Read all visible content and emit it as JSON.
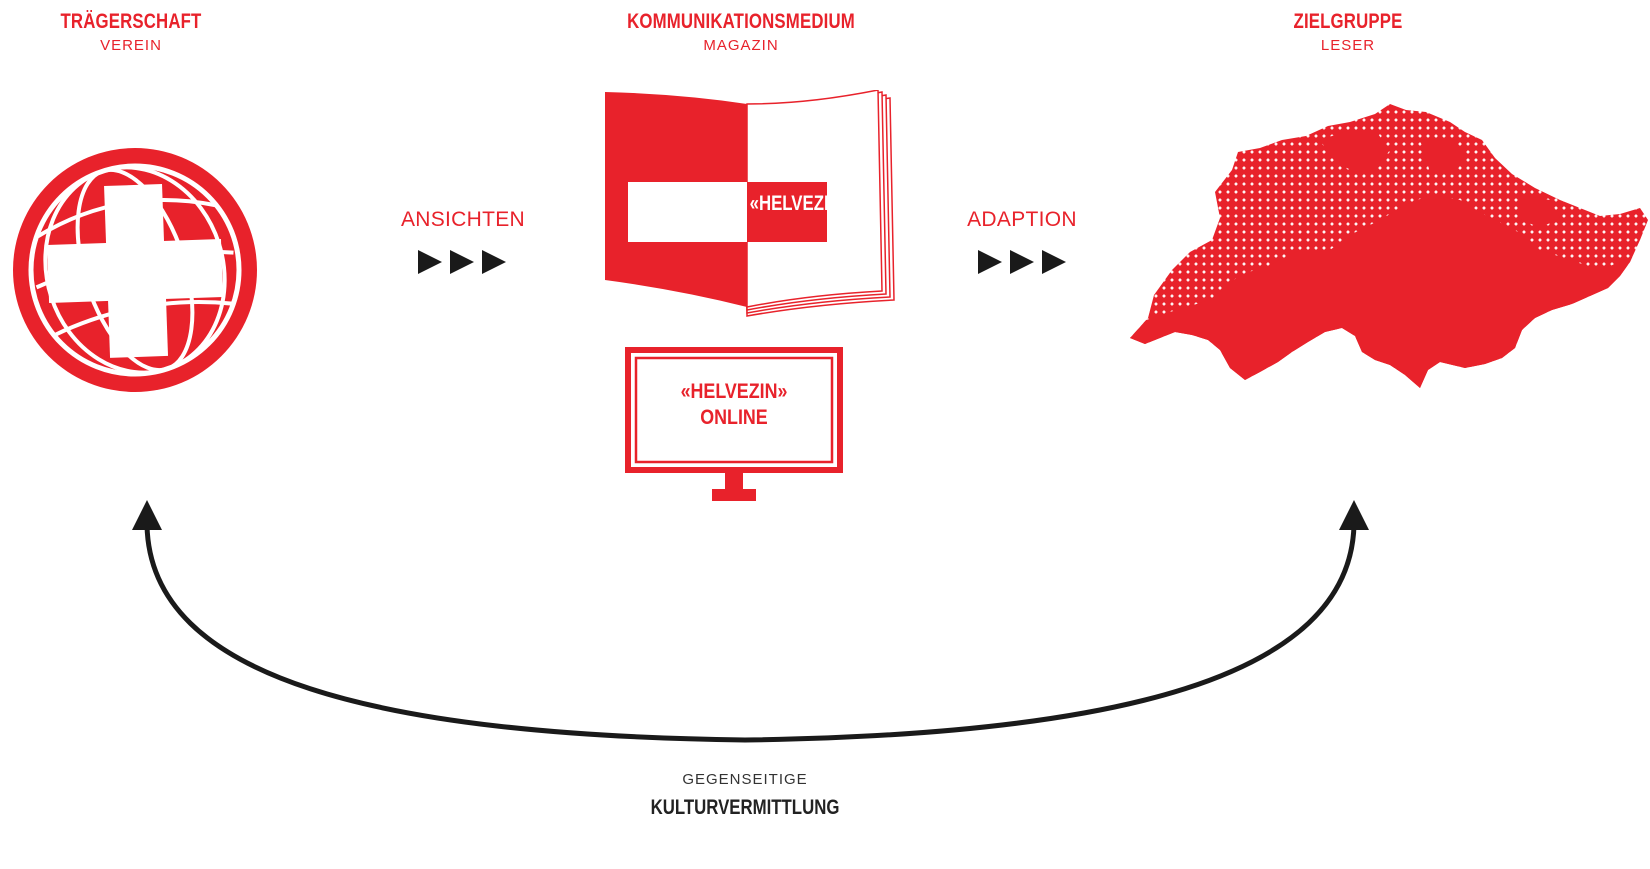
{
  "header": {
    "left": {
      "title": "TRÄGERSCHAFT",
      "subtitle": "VEREIN"
    },
    "center": {
      "title": "KOMMUNIKATIONSMEDIUM",
      "subtitle": "MAGAZIN"
    },
    "right": {
      "title": "ZIELGRUPPE",
      "subtitle": "LESER"
    }
  },
  "flows": {
    "left": {
      "label": "ANSICHTEN"
    },
    "right": {
      "label": "ADAPTION"
    }
  },
  "magazine": {
    "label": "«HELVEZIN»"
  },
  "monitor": {
    "line1": "«HELVEZIN»",
    "line2": "ONLINE"
  },
  "footer": {
    "subtitle": "GEGENSEITIGE",
    "title": "KULTURVERMITTLUNG"
  },
  "colors": {
    "accent": "#e8222b",
    "arrow": "#1a1a1a"
  }
}
